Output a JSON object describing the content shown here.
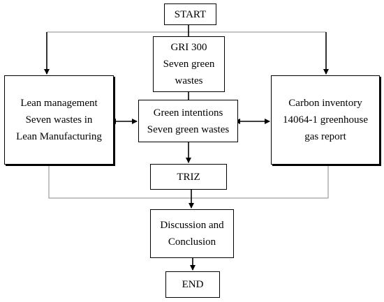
{
  "diagram": {
    "start": {
      "lines": [
        "START"
      ]
    },
    "gri": {
      "lines": [
        "GRI 300",
        "Seven green",
        "wastes"
      ]
    },
    "lean": {
      "lines": [
        "Lean management",
        "Seven wastes in",
        "Lean Manufacturing"
      ]
    },
    "green": {
      "lines": [
        "Green intentions",
        "Seven green wastes"
      ]
    },
    "carbon": {
      "lines": [
        "Carbon inventory",
        "14064-1 greenhouse",
        "gas report"
      ]
    },
    "triz": {
      "lines": [
        "TRIZ"
      ]
    },
    "discussion": {
      "lines": [
        "Discussion and",
        "Conclusion"
      ]
    },
    "end": {
      "lines": [
        "END"
      ]
    }
  },
  "colors": {
    "stroke": "#000000",
    "connector": "#888888",
    "background": "#ffffff"
  }
}
